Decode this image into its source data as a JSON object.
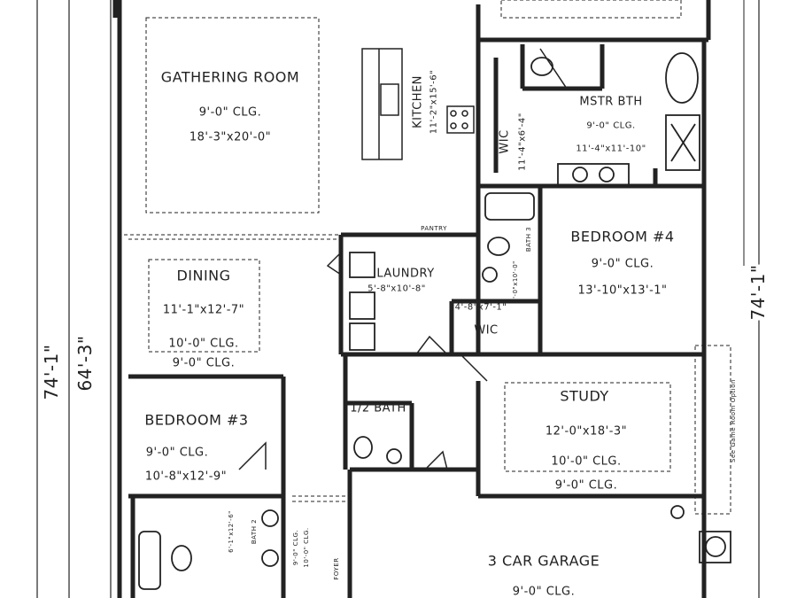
{
  "rooms": {
    "gathering": {
      "name": "GATHERING ROOM",
      "ceiling": "9'-0\" CLG.",
      "size": "18'-3\"x20'-0\""
    },
    "kitchen": {
      "name": "KITCHEN",
      "size": "11'-2\"x15'-6\""
    },
    "master_bath": {
      "name": "MSTR BTH",
      "ceiling": "9'-0\" CLG.",
      "size": "11'-4\"x11'-10\""
    },
    "master_wic": {
      "name": "WIC",
      "size": "11'-4\"x6'-4\""
    },
    "bedroom4": {
      "name": "BEDROOM #4",
      "ceiling": "9'-0\" CLG.",
      "size": "13'-10\"x13'-1\""
    },
    "pantry": {
      "name": "PANTRY"
    },
    "bath3": {
      "name": "BATH 3",
      "size": "5'-0\"x10'-0\""
    },
    "dining": {
      "name": "DINING",
      "size": "11'-1\"x12'-7\"",
      "ceiling": "10'-0\" CLG.",
      "ceiling2": "9'-0\" CLG."
    },
    "laundry": {
      "name": "LAUNDRY",
      "size": "5'-8\"x10'-8\""
    },
    "wic2": {
      "name": "WIC",
      "size": "4'-8\"x7'-1\""
    },
    "study": {
      "name": "STUDY",
      "size": "12'-0\"x18'-3\"",
      "ceiling": "10'-0\" CLG.",
      "ceiling2": "9'-0\" CLG."
    },
    "bedroom3": {
      "name": "BEDROOM #3",
      "ceiling": "9'-0\" CLG.",
      "size": "10'-8\"x12'-9\""
    },
    "half_bath": {
      "name": "1/2 BATH"
    },
    "bath2": {
      "name": "BATH 2",
      "size": "6'-1\"x12'-6\""
    },
    "foyer": {
      "name": "FOYER",
      "ceiling": "9'-0\" CLG.",
      "ceiling2": "10'-0\" CLG."
    },
    "garage": {
      "name": "3 CAR GARAGE",
      "ceiling": "9'-0\" CLG."
    }
  },
  "dimensions": {
    "left_outer": "74'-1\"",
    "left_inner": "64'-3\"",
    "right": "74'-1\""
  },
  "notes": {
    "game_room": "See Game Room Option"
  }
}
